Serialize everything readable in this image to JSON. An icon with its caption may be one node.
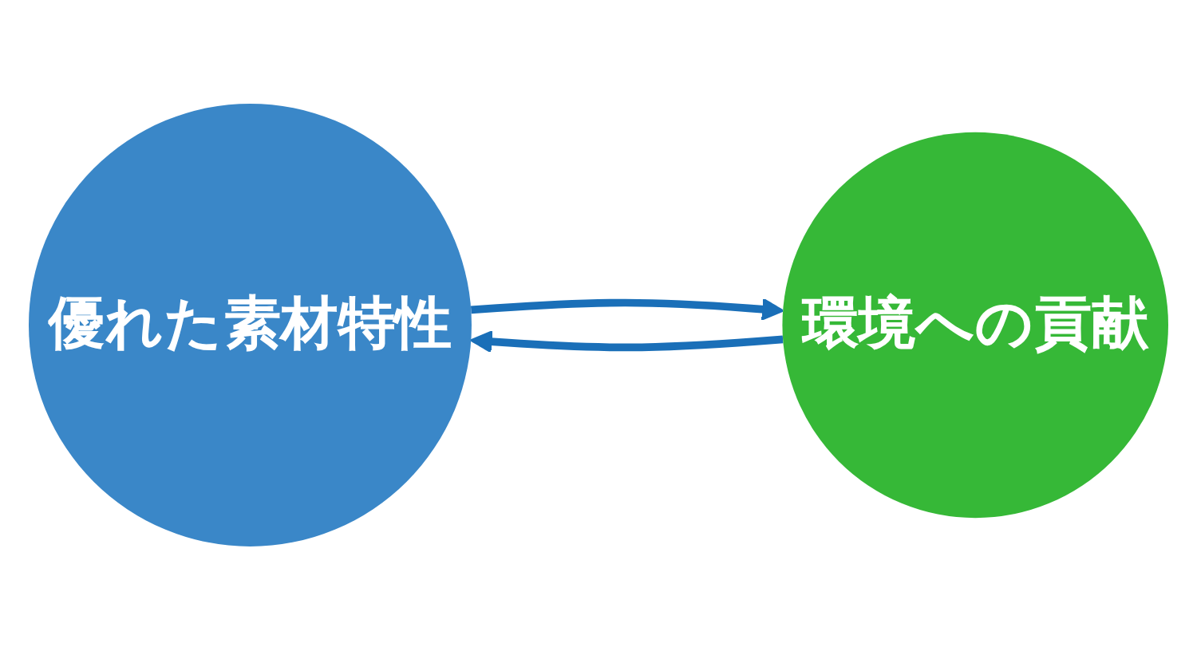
{
  "diagram": {
    "nodes": [
      {
        "text": [
          "優れた素材特性"
        ]
      },
      {
        "text": [
          "環境への貢献"
        ]
      }
    ],
    "edges": [
      {
        "from": 0,
        "to": 1,
        "arrow": "to",
        "color": "#1a6fb8"
      },
      {
        "from": 1,
        "to": 0,
        "arrow": "to",
        "color": "#1a6fb8"
      }
    ]
  }
}
